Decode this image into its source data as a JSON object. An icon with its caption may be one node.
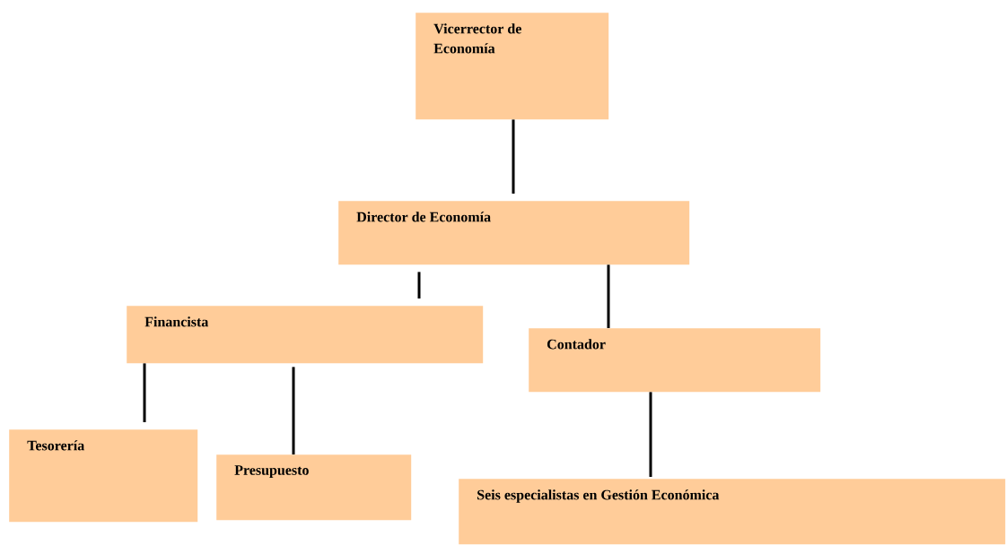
{
  "diagram": {
    "nodes": [
      {
        "text": [
          "Vicerrector de Economía"
        ]
      },
      {
        "text": [
          "Director de Economía"
        ]
      },
      {
        "text": [
          "Financista"
        ]
      },
      {
        "text": [
          "Contador"
        ]
      },
      {
        "text": [
          "Tesorería"
        ]
      },
      {
        "text": [
          "Presupuesto"
        ]
      },
      {
        "text": [
          "Seis especialistas en Gestión Económica"
        ]
      }
    ],
    "edges": [
      {
        "from": 0,
        "to": 1,
        "arrow": "none"
      },
      {
        "from": 1,
        "to": 2,
        "arrow": "none"
      },
      {
        "from": 1,
        "to": 3,
        "arrow": "none"
      },
      {
        "from": 2,
        "to": 4,
        "arrow": "none"
      },
      {
        "from": 2,
        "to": 5,
        "arrow": "none"
      },
      {
        "from": 3,
        "to": 6,
        "arrow": "none"
      }
    ]
  }
}
